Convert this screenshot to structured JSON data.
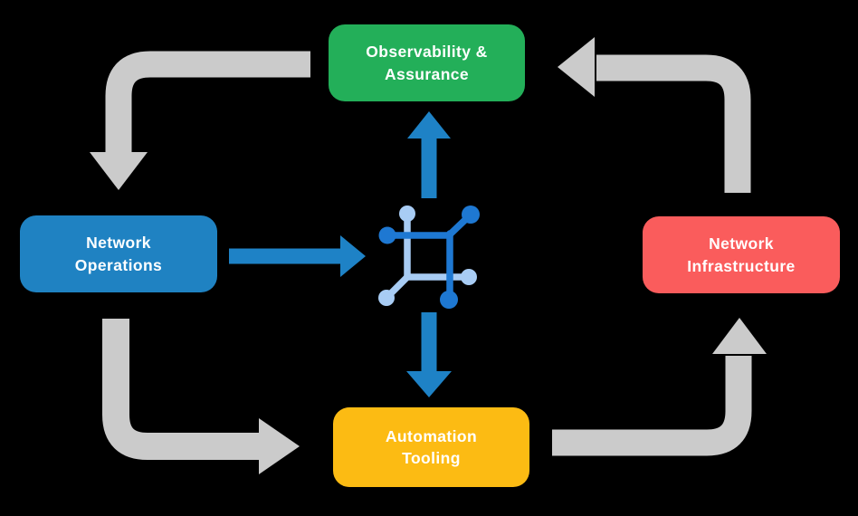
{
  "diagram": {
    "type": "cycle-flow",
    "background": "#000000",
    "nodes": [
      {
        "id": "observability-assurance",
        "line1": "Observability &",
        "line2": "Assurance",
        "color": "#23AF59",
        "position": "top"
      },
      {
        "id": "network-operations",
        "line1": "Network",
        "line2": "Operations",
        "color": "#1F82C2",
        "position": "left"
      },
      {
        "id": "network-infrastructure",
        "line1": "Network",
        "line2": "Infrastructure",
        "color": "#FA5C5C",
        "position": "right"
      },
      {
        "id": "automation-tooling",
        "line1": "Automation",
        "line2": "Tooling",
        "color": "#FCBB13",
        "position": "bottom"
      }
    ],
    "center_icon": {
      "name": "network-mesh-icon",
      "color_dark": "#1E78D2",
      "color_light": "#A8CCF4"
    },
    "arrows": {
      "cycle_color": "#CBCBCB",
      "highlight_color": "#1E82C6",
      "cycle": [
        {
          "from": "observability-assurance",
          "to": "network-operations"
        },
        {
          "from": "network-operations",
          "to": "automation-tooling"
        },
        {
          "from": "automation-tooling",
          "to": "network-infrastructure"
        },
        {
          "from": "network-infrastructure",
          "to": "observability-assurance"
        }
      ],
      "center": [
        {
          "from": "network-operations",
          "to": "center-icon"
        },
        {
          "from": "center-icon",
          "to": "observability-assurance"
        },
        {
          "from": "center-icon",
          "to": "automation-tooling"
        }
      ]
    }
  }
}
